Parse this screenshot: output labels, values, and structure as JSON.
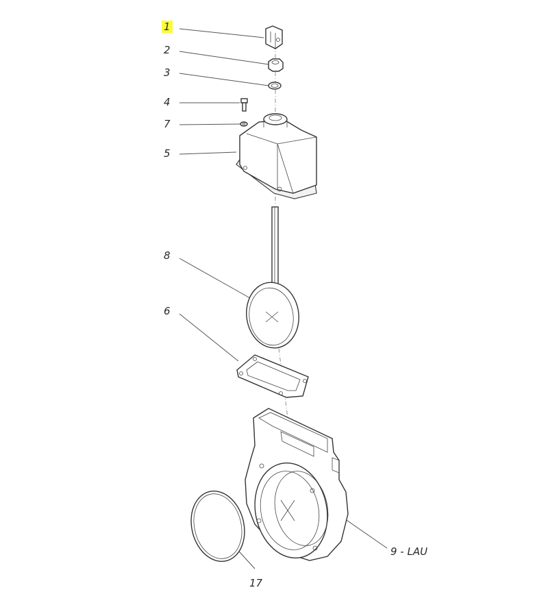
{
  "labels": {
    "p1": "1",
    "p2": "2",
    "p3": "3",
    "p4": "4",
    "p7": "7",
    "p5": "5",
    "p8": "8",
    "p6": "6",
    "p9": "9 - LAU",
    "p17": "17"
  },
  "colors": {
    "highlight": "#fbfb3a",
    "line": "#333333"
  }
}
